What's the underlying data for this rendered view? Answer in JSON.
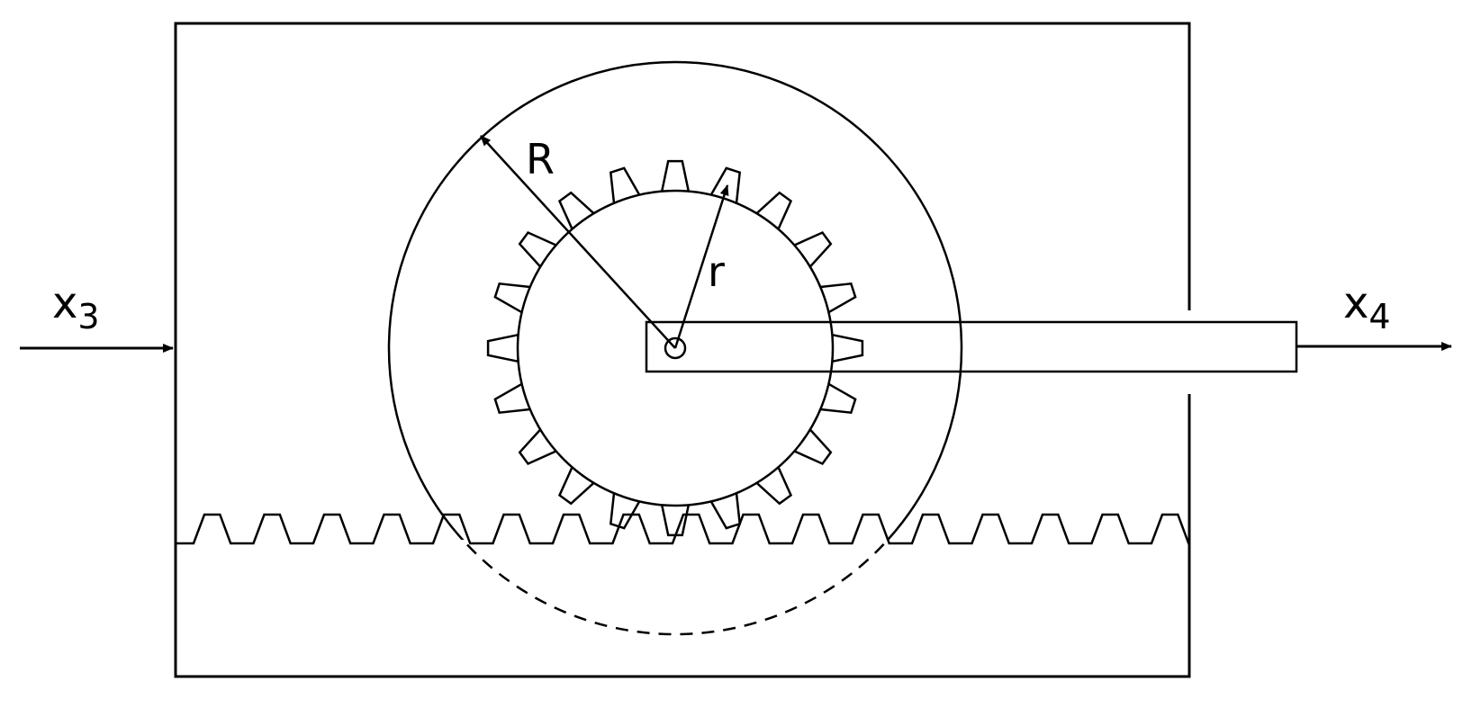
{
  "labels": {
    "R": "R",
    "r": "r",
    "x3_base": "x",
    "x3_sub": "3",
    "x4_base": "x",
    "x4_sub": "4"
  },
  "colors": {
    "stroke": "#000000",
    "background": "#ffffff"
  },
  "gear": {
    "teeth": 20
  }
}
